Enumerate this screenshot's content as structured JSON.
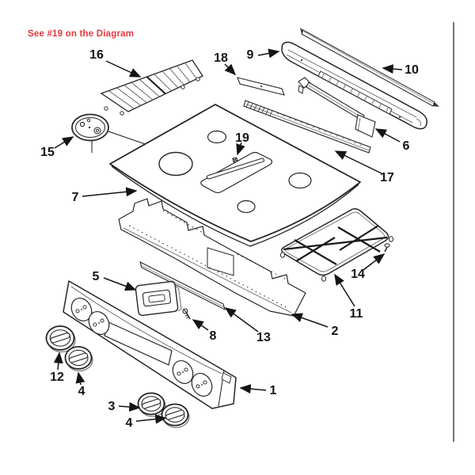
{
  "note": {
    "text": "See #19 on the Diagram",
    "color": "#e8383e"
  },
  "callouts": [
    {
      "text": "16"
    },
    {
      "text": "18"
    },
    {
      "text": "9"
    },
    {
      "text": "10"
    },
    {
      "text": "15"
    },
    {
      "text": "7"
    },
    {
      "text": "19"
    },
    {
      "text": "6"
    },
    {
      "text": "17"
    },
    {
      "text": "14"
    },
    {
      "text": "11"
    },
    {
      "text": "2"
    },
    {
      "text": "13"
    },
    {
      "text": "8"
    },
    {
      "text": "5"
    },
    {
      "text": "12"
    },
    {
      "text": "4"
    },
    {
      "text": "3"
    },
    {
      "text": "4"
    },
    {
      "text": "1"
    }
  ],
  "canvas": {
    "background": "#ffffff",
    "line_color": "#1a1a1a"
  }
}
